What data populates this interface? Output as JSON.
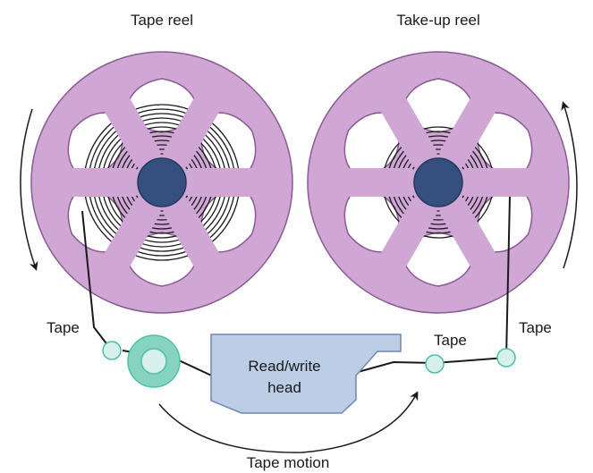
{
  "labels": {
    "tape_reel": "Tape reel",
    "takeup_reel": "Take-up reel",
    "tape_left": "Tape",
    "tape_mid": "Tape",
    "tape_right": "Tape",
    "head_line1": "Read/write",
    "head_line2": "head",
    "tape_motion": "Tape motion"
  },
  "colors": {
    "reel_fill": "#cfa6d4",
    "reel_stroke": "#8a5a95",
    "hub_fill": "#35507f",
    "hub_stroke": "#23385c",
    "guide_fill": "#d8f0ec",
    "guide_stroke": "#4dbfa6",
    "capstan_outer": "#86d3bf",
    "head_fill": "#bccde6",
    "head_stroke": "#6f86b2",
    "tape": "#1a1a1a"
  }
}
